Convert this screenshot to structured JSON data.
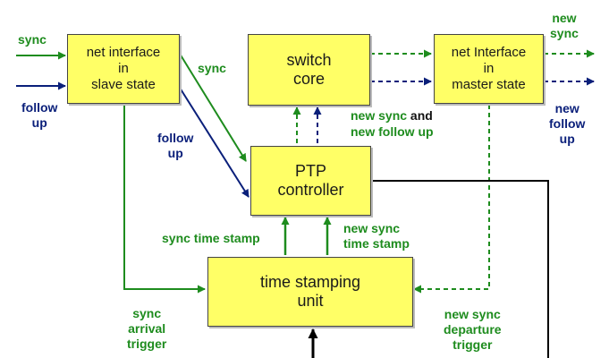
{
  "boxes": {
    "slave": "net interface\nin\nslave state",
    "switch_core": "switch\ncore",
    "master": "net Interface\nin\nmaster state",
    "ptp": "PTP\ncontroller",
    "tsu": "time stamping\nunit"
  },
  "labels": {
    "sync_in": "sync",
    "follow_up_in": "follow\nup",
    "sync_diag": "sync",
    "follow_up_diag": "follow\nup",
    "new_sync_out": "new\nsync",
    "new_follow_up_out": "new\nfollow\nup",
    "new_sync_and": "new sync",
    "new_sync_and_rest": " and",
    "new_follow_up_mid": "new follow up",
    "sync_time_stamp": "sync time stamp",
    "new_sync_time_stamp": "new sync\ntime stamp",
    "sync_arrival_trigger": "sync\narrival\ntrigger",
    "new_sync_departure_trigger": "new sync\ndeparture\ntrigger"
  },
  "colors": {
    "sync": "#1e8c1e",
    "follow_up": "#0a1f7a",
    "box_fill": "#ffff66",
    "control_line": "#000000"
  }
}
